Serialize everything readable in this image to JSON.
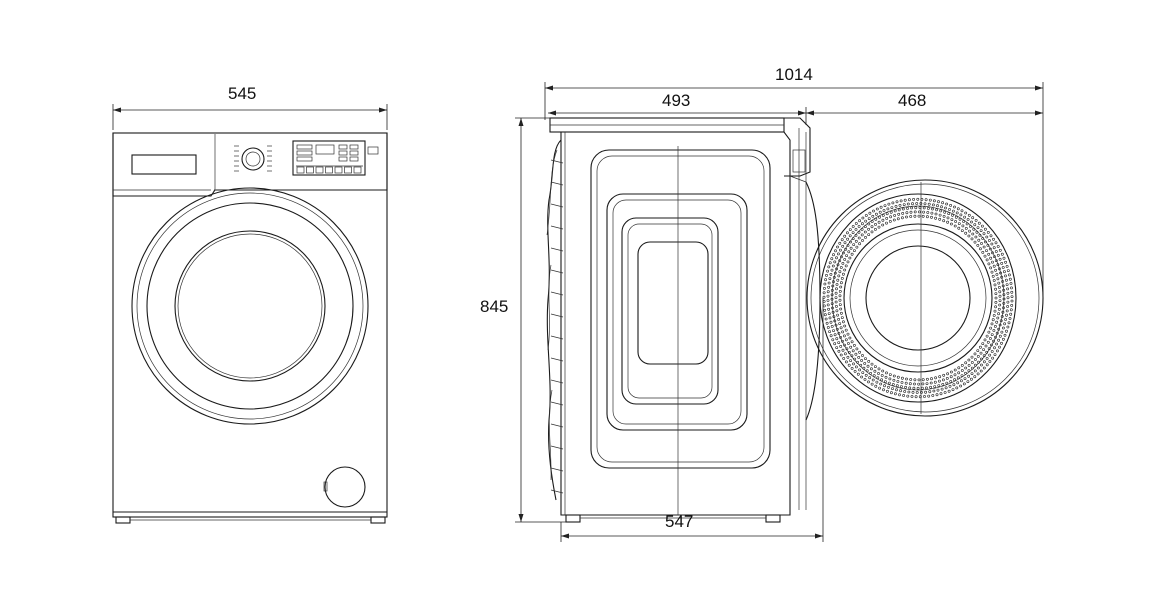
{
  "dimensions": {
    "front_width": "545",
    "total_depth_with_door": "1014",
    "body_depth": "493",
    "door_open_depth": "468",
    "height": "845",
    "base_depth": "547"
  }
}
